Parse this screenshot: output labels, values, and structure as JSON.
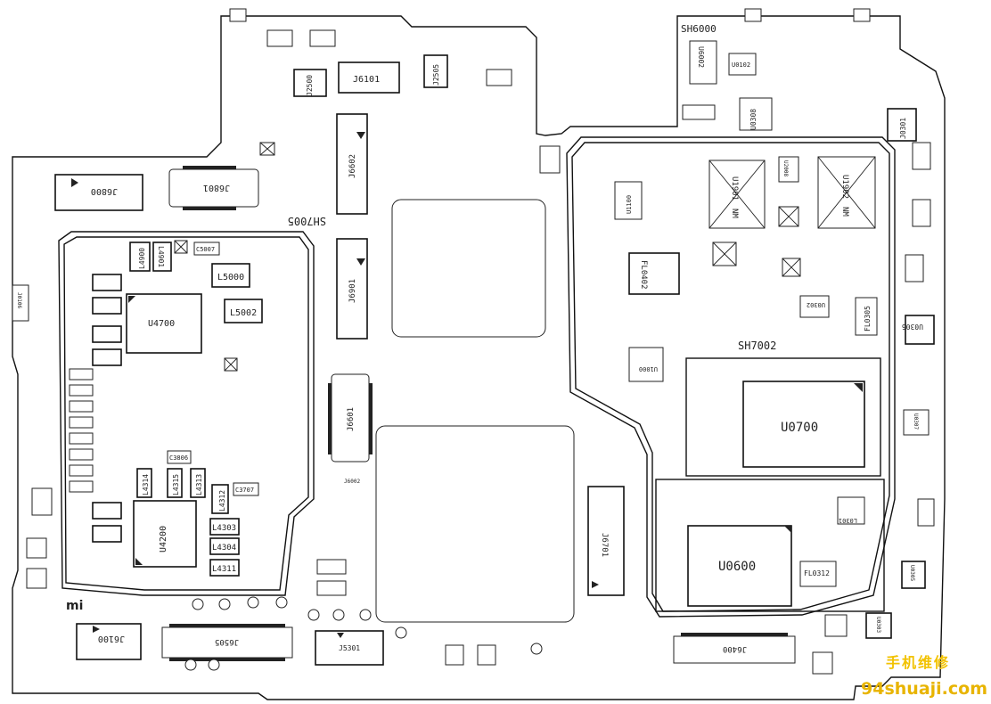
{
  "board": {
    "logo": "mi",
    "watermark_cn": "手机维修",
    "watermark_url": "94shuaji.com"
  },
  "labels": {
    "sh6000": "SH6000",
    "sh7005": "SH7005",
    "sh7002": "SH7002",
    "j6101": "J6101",
    "j2500": "J2500",
    "j2505": "J2505",
    "u6002": "U6002",
    "j0301": "J0301",
    "j6602": "J6602",
    "j6901": "J6901",
    "j6800": "J6800",
    "j6801": "J6801",
    "j6601": "J6601",
    "j6701": "J6701",
    "u4700": "U4700",
    "l5000": "L5000",
    "l5002": "L5002",
    "l4900": "L4900",
    "l4901": "L4901",
    "u4200": "U4200",
    "l4303": "L4303",
    "l4304": "L4304",
    "l4311": "L4311",
    "l4312": "L4312",
    "l4313": "L4313",
    "l4314": "L4314",
    "l4315": "L4315",
    "j6100": "J6100",
    "j6505": "J6505",
    "j5301": "J5301",
    "j6400": "J6400",
    "u0600": "U0600",
    "u0700": "U0700",
    "u1000": "U1000",
    "u1100": "U1100",
    "fl0402": "FL0402",
    "fl0312": "FL0312",
    "fl0305": "FL0305",
    "u0308": "U0308",
    "u0306": "U0306",
    "u0305": "U0305",
    "u0307": "U0307",
    "u0303": "U0303",
    "u1901": "U1901",
    "u1902": "U1902",
    "nm1": "NM",
    "nm2": "NM",
    "c3806": "C3806",
    "c3707": "C3707",
    "c5007": "C5007",
    "j0106": "J0106",
    "j6002": "J6002",
    "u2008": "U2008",
    "u0102": "U0102",
    "u0302": "U0302",
    "l0301": "L0301"
  }
}
